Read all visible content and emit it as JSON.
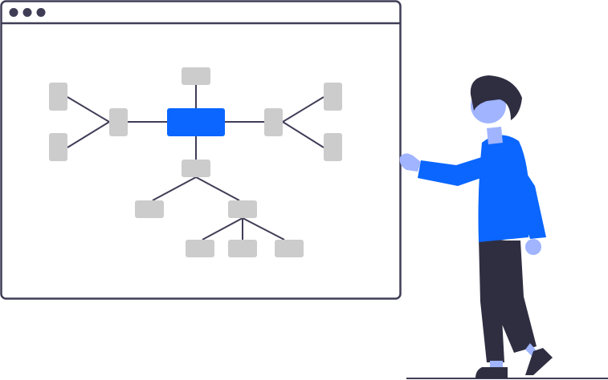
{
  "window": {
    "controls": [
      "dot",
      "dot",
      "dot"
    ]
  },
  "diagram": {
    "type": "mind-map",
    "nodes": [
      {
        "id": "center",
        "role": "central"
      },
      {
        "id": "top",
        "role": "branch"
      },
      {
        "id": "left-hub",
        "role": "branch"
      },
      {
        "id": "left-top",
        "role": "leaf"
      },
      {
        "id": "left-bottom",
        "role": "leaf"
      },
      {
        "id": "right-hub",
        "role": "branch"
      },
      {
        "id": "right-top",
        "role": "leaf"
      },
      {
        "id": "right-bottom",
        "role": "leaf"
      },
      {
        "id": "lower-hub",
        "role": "branch"
      },
      {
        "id": "lower-left",
        "role": "leaf"
      },
      {
        "id": "lower-right-hub",
        "role": "branch"
      },
      {
        "id": "bottom-left",
        "role": "leaf"
      },
      {
        "id": "bottom-mid",
        "role": "leaf"
      },
      {
        "id": "bottom-right",
        "role": "leaf"
      }
    ],
    "edges": [
      [
        "center",
        "top"
      ],
      [
        "center",
        "left-hub"
      ],
      [
        "left-hub",
        "left-top"
      ],
      [
        "left-hub",
        "left-bottom"
      ],
      [
        "center",
        "right-hub"
      ],
      [
        "right-hub",
        "right-top"
      ],
      [
        "right-hub",
        "right-bottom"
      ],
      [
        "center",
        "lower-hub"
      ],
      [
        "lower-hub",
        "lower-left"
      ],
      [
        "lower-hub",
        "lower-right-hub"
      ],
      [
        "lower-right-hub",
        "bottom-left"
      ],
      [
        "lower-right-hub",
        "bottom-mid"
      ],
      [
        "lower-right-hub",
        "bottom-right"
      ]
    ]
  },
  "colors": {
    "frame": "#3f3d56",
    "node": "#cccccc",
    "central_node": "#0a66ff",
    "edge": "#3f3d56",
    "person_hair": "#2f2e41",
    "person_skin": "#a0b4ff",
    "person_shirt": "#0a66ff",
    "person_pants": "#2f2e41",
    "ground": "#3f3d56"
  },
  "icons": {
    "window_control": "dot-icon",
    "person": "person-illustration"
  }
}
